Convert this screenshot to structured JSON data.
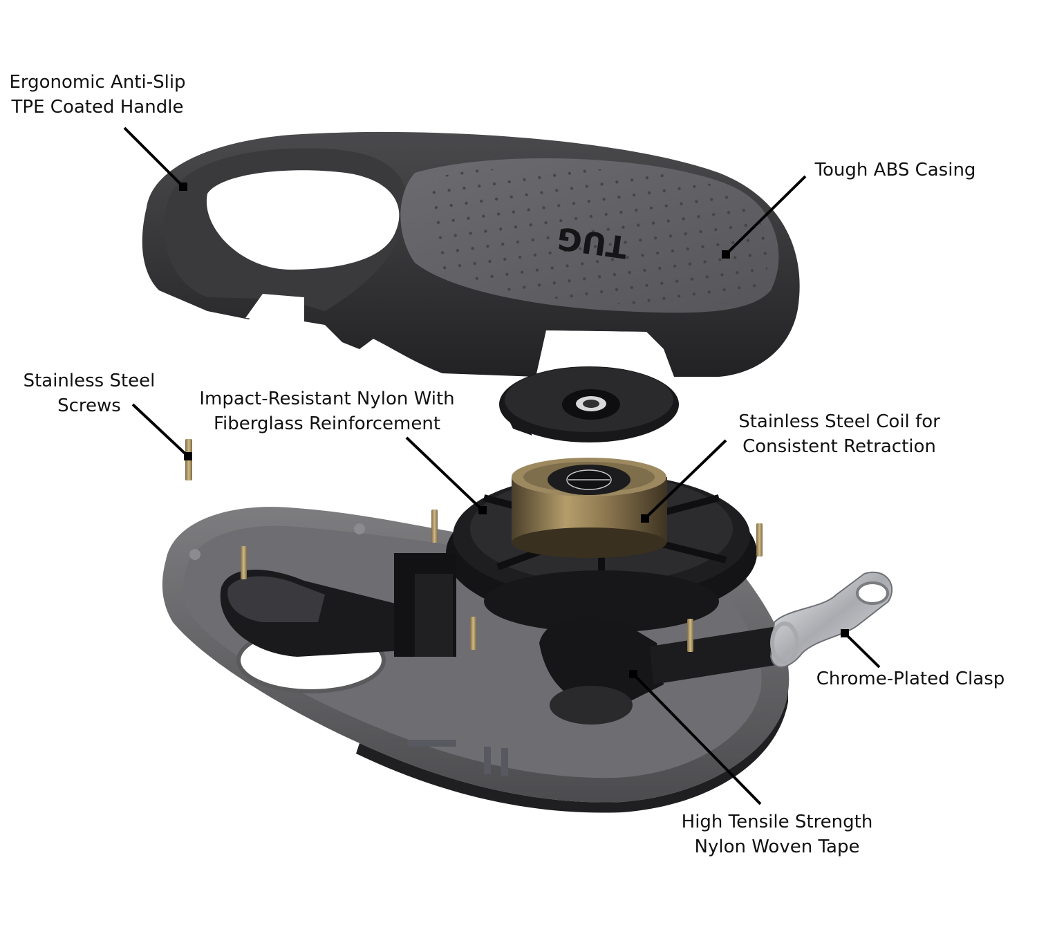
{
  "callouts": {
    "handle": {
      "lines": [
        "Ergonomic Anti-Slip",
        "TPE Coated Handle"
      ]
    },
    "casing": {
      "lines": [
        "Tough ABS Casing"
      ]
    },
    "screws": {
      "lines": [
        "Stainless Steel",
        "Screws"
      ]
    },
    "nylon": {
      "lines": [
        "Impact-Resistant Nylon With",
        "Fiberglass Reinforcement"
      ]
    },
    "coil": {
      "lines": [
        "Stainless Steel Coil for",
        "Consistent Retraction"
      ]
    },
    "clasp": {
      "lines": [
        "Chrome-Plated Clasp"
      ]
    },
    "tape": {
      "lines": [
        "High Tensile Strength",
        "Nylon Woven Tape"
      ]
    }
  },
  "brand": {
    "logo_text": "TUG"
  },
  "colors": {
    "casing_dark": "#2c2c2e",
    "casing_gray": "#545457",
    "casing_panel": "#5f5f62",
    "base_gray": "#6a6a6d",
    "base_inner": "#7b7b7e",
    "mechanism": "#1a1a1c",
    "coil_bronze": "#8a7652",
    "screw_brass": "#b39a6a",
    "chrome": "#c9cbcf",
    "leader_line": "#000000",
    "text": "#111111"
  }
}
